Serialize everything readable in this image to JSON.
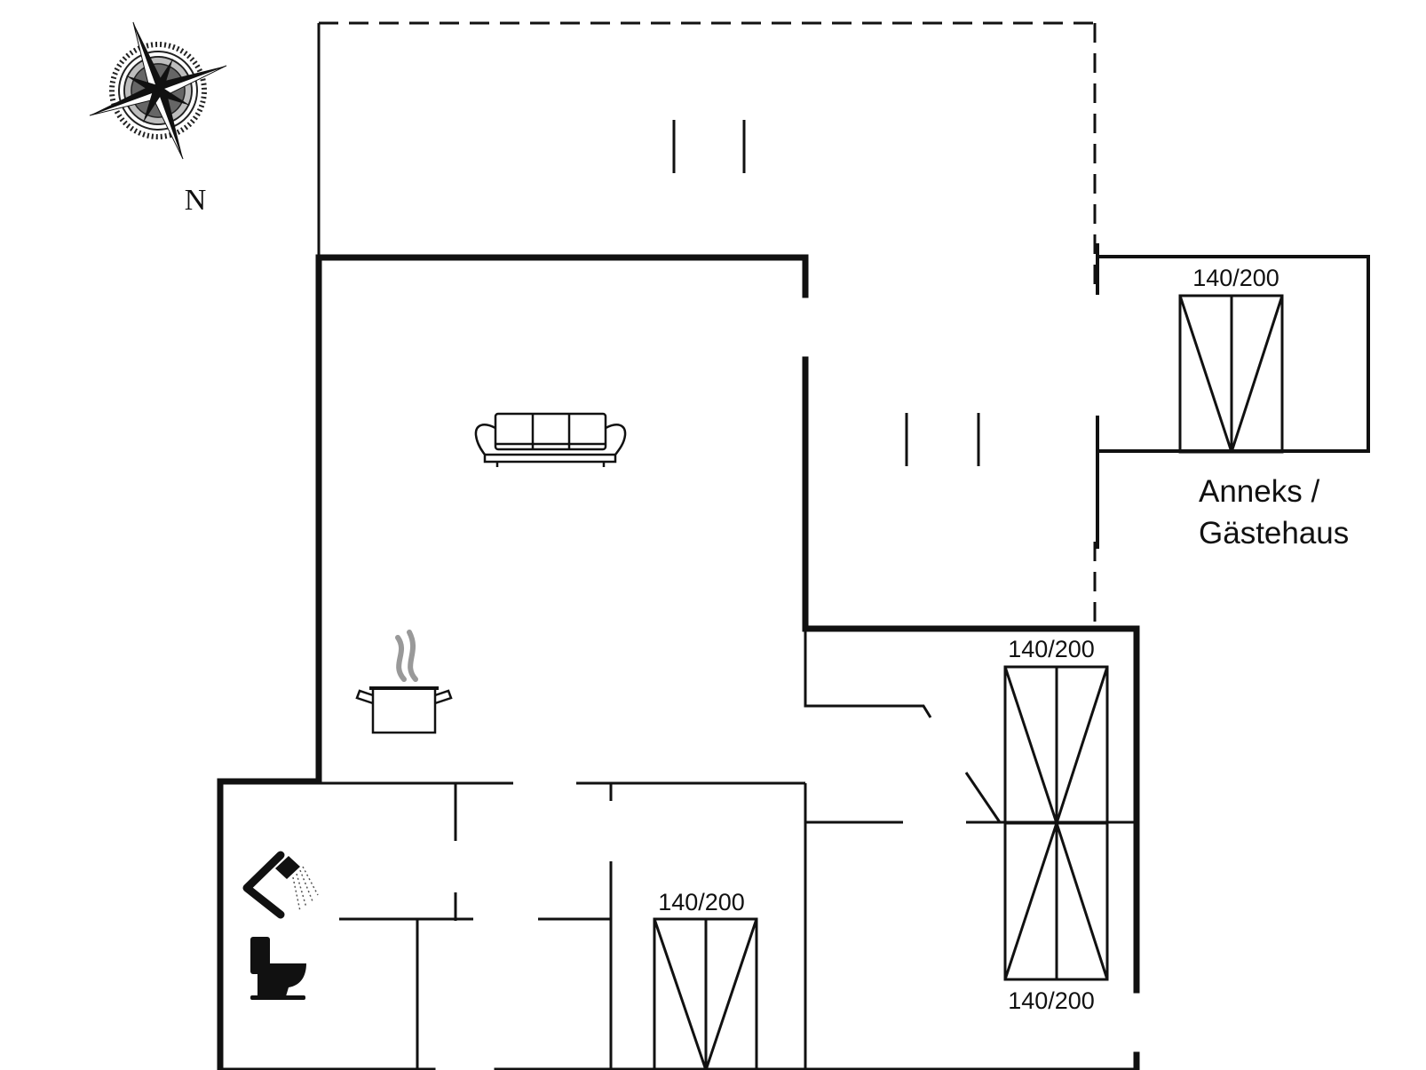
{
  "compass": {
    "label": "N",
    "icon": "compass-rose-icon"
  },
  "rooms": {
    "annex": {
      "label_line1": "Anneks /",
      "label_line2": "Gästehaus"
    }
  },
  "beds": [
    {
      "name": "bed-annex",
      "size": "140/200"
    },
    {
      "name": "bed-bedroom-right-upper",
      "size": "140/200"
    },
    {
      "name": "bed-bedroom-right-lower",
      "size": "140/200"
    },
    {
      "name": "bed-bedroom-bottom",
      "size": "140/200"
    }
  ],
  "icons": {
    "sofa": "sofa-icon",
    "kitchen": "cooking-pot-icon",
    "shower": "shower-icon",
    "toilet": "toilet-icon"
  },
  "colors": {
    "line": "#111111",
    "background": "#ffffff"
  }
}
